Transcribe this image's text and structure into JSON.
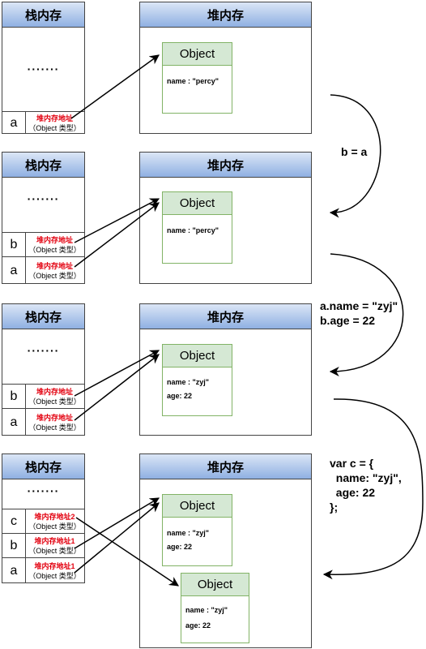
{
  "labels": {
    "stack": "栈内存",
    "heap": "堆内存",
    "dots": "·······",
    "object": "Object"
  },
  "stage1": {
    "var_a": "a",
    "ref_a_addr": "堆内存地址",
    "ref_a_type": "（Object 类型）",
    "obj_prop": "name : \"percy\""
  },
  "stage2": {
    "var_b": "b",
    "var_a": "a",
    "ref_addr": "堆内存地址",
    "ref_type": "（Object 类型）",
    "obj_prop": "name : \"percy\""
  },
  "stage3": {
    "var_b": "b",
    "var_a": "a",
    "ref_addr": "堆内存地址",
    "ref_type": "（Object 类型）",
    "obj_prop1": "name : \"zyj\"",
    "obj_prop2": "age: 22"
  },
  "stage4": {
    "var_c": "c",
    "var_b": "b",
    "var_a": "a",
    "ref_c_addr": "堆内存地址2",
    "ref_b_addr": "堆内存地址1",
    "ref_a_addr": "堆内存地址1",
    "ref_type": "（Object 类型）",
    "obj1_prop1": "name : \"zyj\"",
    "obj1_prop2": "age: 22",
    "obj2_prop1": "name : \"zyj\"",
    "obj2_prop2": "age: 22"
  },
  "notes": {
    "step1": "b = a",
    "step2": "a.name = \"zyj\"\nb.age = 22",
    "step3": "var c = {\n  name: \"zyj\",\n  age: 22\n};"
  },
  "colors": {
    "header_blue": "#8fb0e2",
    "object_green": "#d5e8d4",
    "address_red": "#e3000f"
  }
}
